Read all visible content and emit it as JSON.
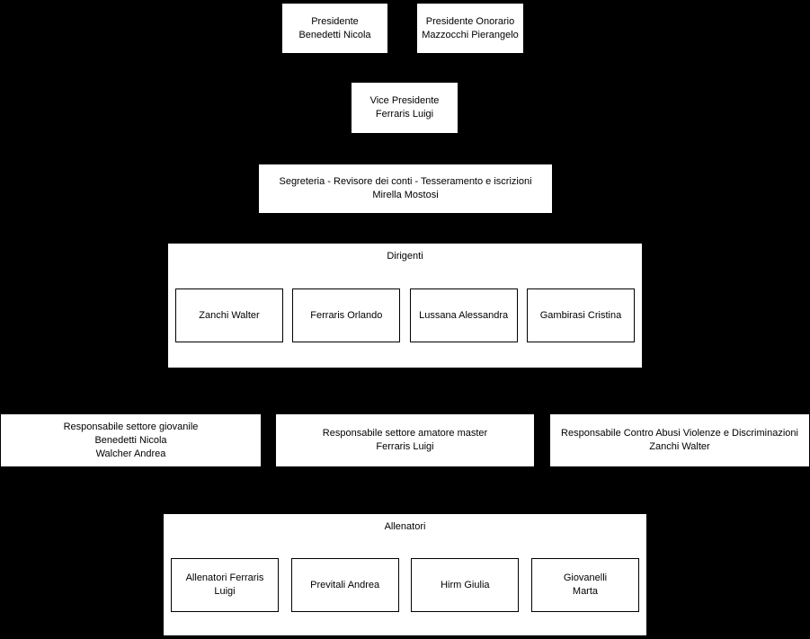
{
  "diagram": {
    "type": "org-chart",
    "background_color": "#000000",
    "node_fill_color": "#ffffff",
    "node_border_color": "#000000",
    "text_color": "#000000",
    "nodes": {
      "presidente": {
        "title": "Presidente",
        "person": "Benedetti Nicola"
      },
      "presidente_onorario": {
        "title": "Presidente Onorario",
        "person": "Mazzocchi Pierangelo"
      },
      "vice_presidente": {
        "title": "Vice Presidente",
        "person": "Ferraris Luigi"
      },
      "segreteria": {
        "title": "Segreteria - Revisore dei conti - Tesseramento e iscrizioni",
        "person": "Mirella Mostosi"
      },
      "dirigenti": {
        "title": "Dirigenti",
        "members": [
          "Zanchi Walter",
          "Ferraris Orlando",
          "Lussana Alessandra",
          "Gambirasi Cristina"
        ]
      },
      "responsabile_settore_giovanile": {
        "title": "Responsabile settore giovanile",
        "people": [
          "Benedetti Nicola",
          "Walcher Andrea"
        ]
      },
      "responsabile_settore_amatore_master": {
        "title": "Responsabile settore amatore master",
        "person": "Ferraris Luigi"
      },
      "responsabile_contro_abusi": {
        "title": "Responsabile Contro Abusi Violenze e Discriminazioni",
        "person": "Zanchi Walter"
      },
      "allenatori": {
        "title": "Allenatori",
        "members": [
          "Allenatori Ferraris\nLuigi",
          "Previtali Andrea",
          "Hirm Giulia",
          "Giovanelli\nMarta"
        ]
      }
    }
  }
}
